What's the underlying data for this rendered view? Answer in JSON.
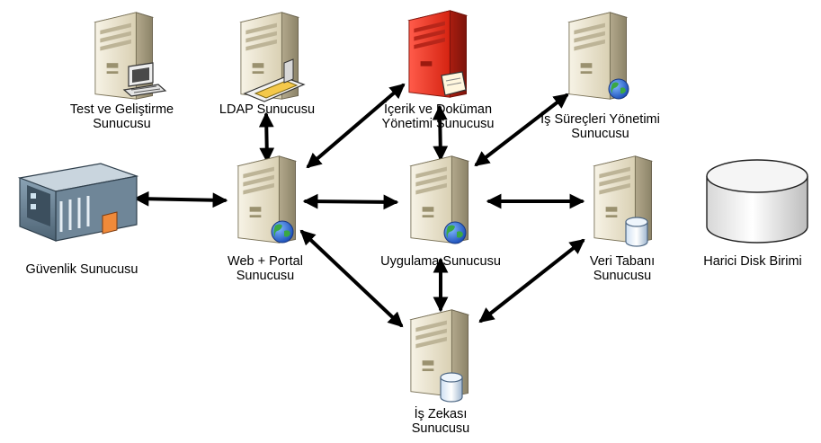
{
  "diagram": {
    "nodes": [
      {
        "id": "test",
        "lines": [
          "Test ve Geliştirme",
          "Sunucusu"
        ],
        "icon": "computer-icon",
        "highlight": false
      },
      {
        "id": "ldap",
        "lines": [
          "LDAP Sunucusu"
        ],
        "icon": "card-reader-icon",
        "highlight": false
      },
      {
        "id": "icerik",
        "lines": [
          "İçerik ve Doküman",
          "Yönetimi Sunucusu"
        ],
        "icon": "document-icon",
        "highlight": true,
        "tower_color": "#e0301e"
      },
      {
        "id": "is-surecleri",
        "lines": [
          "İş Süreçleri Yönetimi",
          "Sunucusu"
        ],
        "icon": "globe-icon",
        "highlight": false
      },
      {
        "id": "guvenlik",
        "lines": [
          "Güvenlik Sunucusu"
        ],
        "icon": "rack-appliance-icon",
        "highlight": false
      },
      {
        "id": "web",
        "lines": [
          "Web + Portal",
          "Sunucusu"
        ],
        "icon": "globe-icon",
        "highlight": false
      },
      {
        "id": "uygulama",
        "lines": [
          "Uygulama Sunucusu"
        ],
        "icon": "globe-icon",
        "highlight": false
      },
      {
        "id": "veritabani",
        "lines": [
          "Veri Tabanı",
          "Sunucusu"
        ],
        "icon": "database-icon",
        "highlight": false
      },
      {
        "id": "harici",
        "lines": [
          "Harici Disk Birimi"
        ],
        "icon": "disk-storage-icon",
        "highlight": false
      },
      {
        "id": "iszekasi",
        "lines": [
          "İş Zekası",
          "Sunucusu"
        ],
        "icon": "database-icon",
        "highlight": false
      }
    ],
    "connections": [
      {
        "from": "ldap",
        "to": "web",
        "bidirectional": true
      },
      {
        "from": "guvenlik",
        "to": "web",
        "bidirectional": true
      },
      {
        "from": "web",
        "to": "icerik",
        "bidirectional": true
      },
      {
        "from": "web",
        "to": "uygulama",
        "bidirectional": true
      },
      {
        "from": "web",
        "to": "iszekasi",
        "bidirectional": true
      },
      {
        "from": "icerik",
        "to": "uygulama",
        "bidirectional": true
      },
      {
        "from": "is-surecleri",
        "to": "uygulama",
        "bidirectional": true
      },
      {
        "from": "uygulama",
        "to": "veritabani",
        "bidirectional": true
      },
      {
        "from": "uygulama",
        "to": "iszekasi",
        "bidirectional": true
      },
      {
        "from": "veritabani",
        "to": "iszekasi",
        "bidirectional": true
      }
    ],
    "colors": {
      "tower_body": "#e9e2cc",
      "tower_shadow": "#a99f82",
      "arrow": "#000000"
    }
  }
}
